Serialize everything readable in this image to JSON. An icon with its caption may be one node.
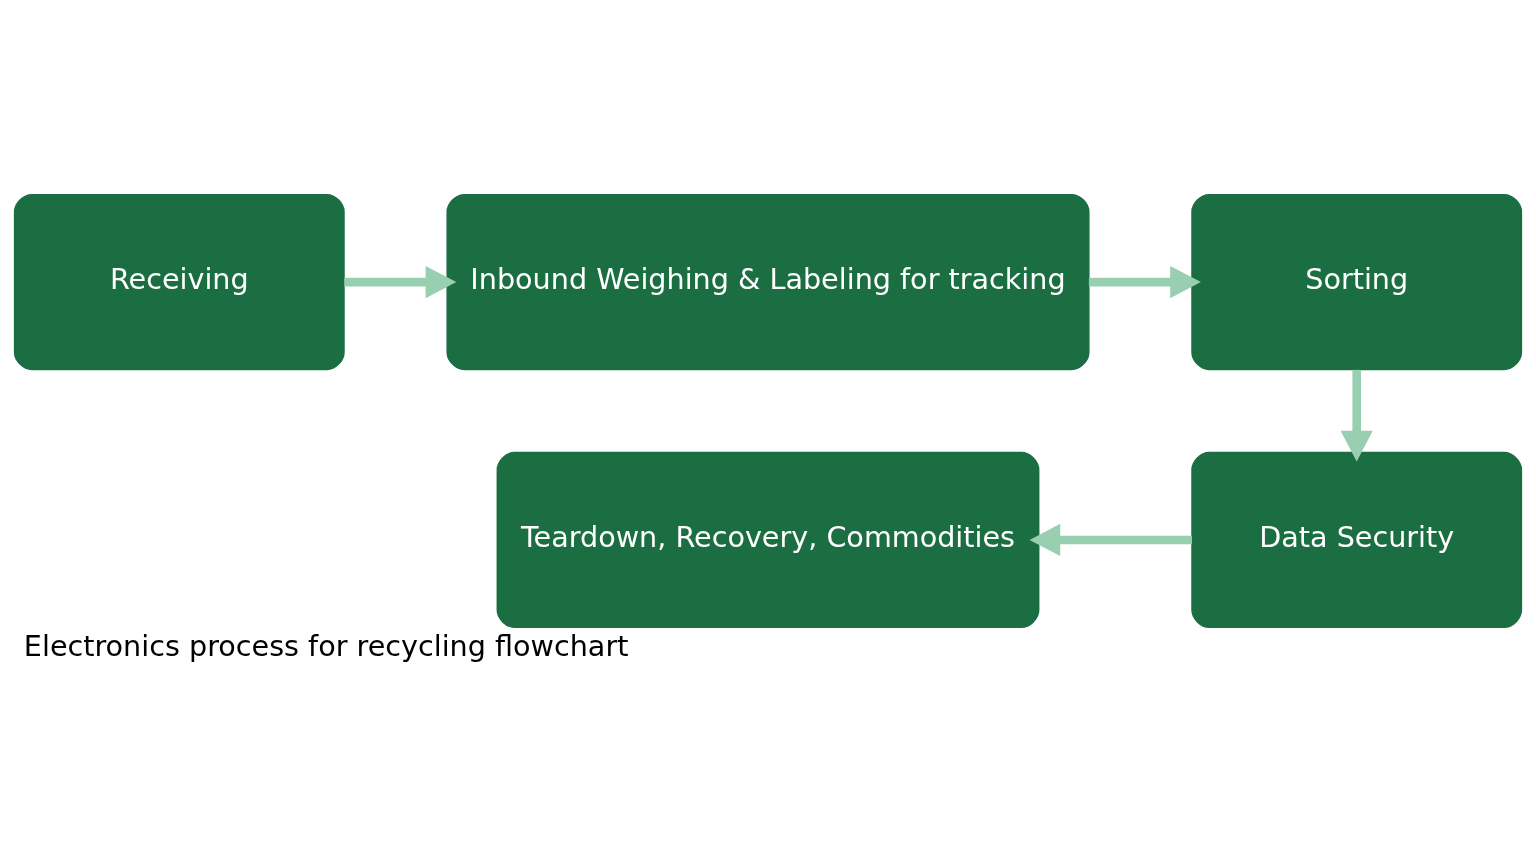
{
  "diagram": {
    "caption": "Electronics process for recycling flowchart",
    "nodes": [
      {
        "text": [
          "Receiving"
        ]
      },
      {
        "text": [
          "Inbound Weighing & Labeling for tracking"
        ]
      },
      {
        "text": [
          "Sorting"
        ]
      },
      {
        "text": [
          "Data Security"
        ]
      },
      {
        "text": [
          "Teardown, Recovery, Commodities"
        ]
      }
    ],
    "edges": [
      {
        "from": 0,
        "to": 1,
        "arrow": "to"
      },
      {
        "from": 1,
        "to": 2,
        "arrow": "to"
      },
      {
        "from": 2,
        "to": 3,
        "arrow": "to"
      },
      {
        "from": 3,
        "to": 4,
        "arrow": "to"
      }
    ]
  }
}
